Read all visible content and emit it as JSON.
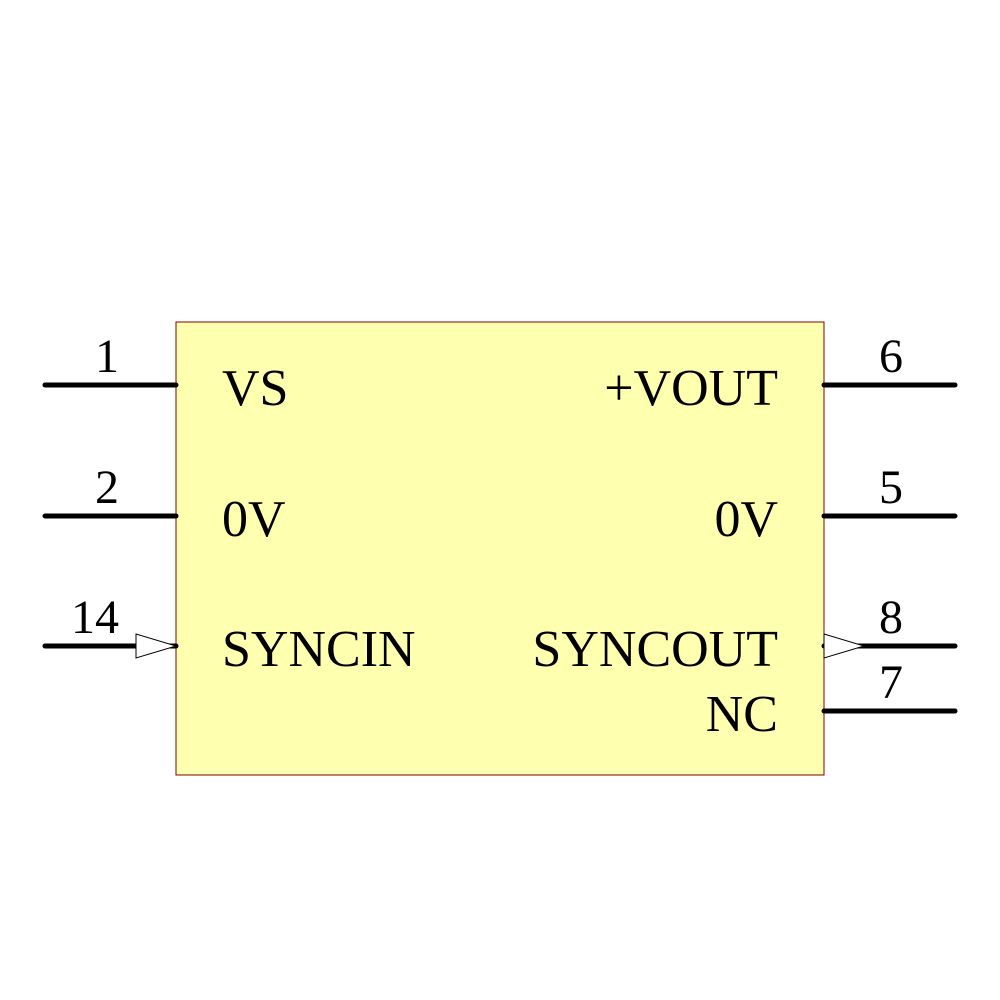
{
  "component": {
    "body_fill": "#ffffb0",
    "body_stroke": "#800000",
    "left_pins": [
      {
        "number": "1",
        "label": "VS"
      },
      {
        "number": "2",
        "label": "0V"
      },
      {
        "number": "14",
        "label": "SYNCIN"
      }
    ],
    "right_pins": [
      {
        "number": "6",
        "label": "+VOUT"
      },
      {
        "number": "5",
        "label": "0V"
      },
      {
        "number": "8",
        "label": "SYNCOUT"
      },
      {
        "number": "7",
        "label": "NC"
      }
    ]
  }
}
